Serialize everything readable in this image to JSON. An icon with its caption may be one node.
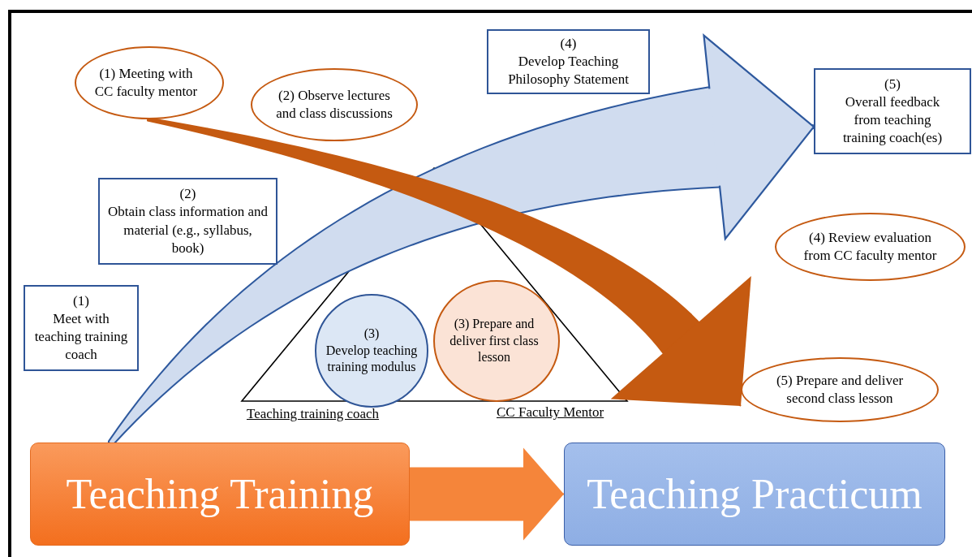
{
  "diagram": {
    "nodes": [
      {
        "text": [
          "(1) Meeting with CC faculty mentor"
        ]
      },
      {
        "text": [
          "(4)",
          "Develop Teaching Philosophy Statement"
        ]
      },
      {
        "text": [
          "(2) Observe lectures and class discussions"
        ]
      },
      {
        "text": [
          "(5)",
          "Overall feedback from teaching training coach(es)"
        ]
      },
      {
        "text": [
          "(2)",
          "Obtain class information and material (e.g., syllabus, book)"
        ]
      },
      {
        "text": [
          "(4) Review evaluation from CC faculty mentor"
        ]
      },
      {
        "text": [
          "(1)",
          "Meet with teaching training coach"
        ]
      },
      {
        "text": [
          "(3)",
          "Develop teaching training modulus"
        ]
      },
      {
        "text": [
          "(3) Prepare and deliver first class lesson"
        ]
      },
      {
        "text": [
          "(5) Prepare and deliver second class lesson"
        ]
      },
      {
        "text": [
          "Teaching Training"
        ]
      },
      {
        "text": [
          "Teaching Practicum"
        ]
      }
    ],
    "edges": [
      {
        "from": 10,
        "to": 3,
        "arrow": "to",
        "color": "#d0dcef"
      },
      {
        "from": 0,
        "to": 9,
        "arrow": "to",
        "color": "#c55a11"
      },
      {
        "from": 10,
        "to": 11,
        "arrow": "to",
        "color": "#f5853a"
      }
    ],
    "labels": [
      "Teaching training coach",
      "CC Faculty Mentor"
    ]
  }
}
